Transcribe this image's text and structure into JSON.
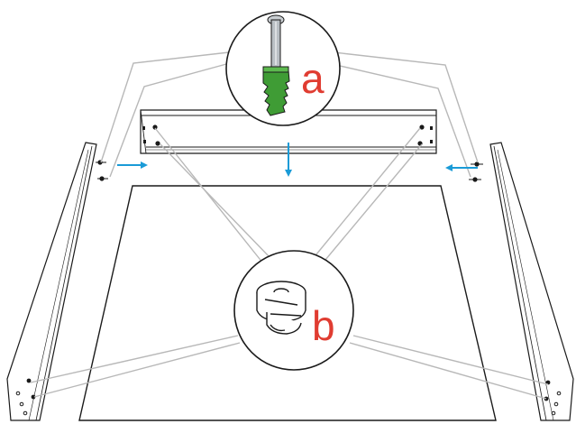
{
  "diagram": {
    "callouts": [
      {
        "id": "a",
        "text": "a",
        "part": "cam-bolt-dowel"
      },
      {
        "id": "b",
        "text": "b",
        "part": "cam-lock-fitting"
      }
    ],
    "colors": {
      "outline": "#1a1a1a",
      "leader": "#b8b8b8",
      "arrow": "#1a9bd7",
      "label": "#e03c31",
      "dowel_green": "#3f9c35",
      "dowel_metal": "#b9bfc4"
    }
  }
}
